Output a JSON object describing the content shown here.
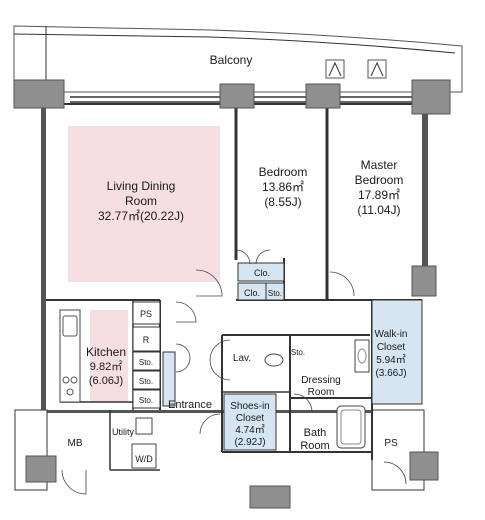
{
  "rooms": {
    "balcony": "Balcony",
    "living": {
      "name_line1": "Living Dining",
      "name_line2": "Room",
      "area": "32.77㎡(20.22J)"
    },
    "bedroom": {
      "name": "Bedroom",
      "area": "13.86㎡",
      "tatami": "(8.55J)"
    },
    "master": {
      "name_line1": "Master",
      "name_line2": "Bedroom",
      "area": "17.89㎡",
      "tatami": "(11.04J)"
    },
    "kitchen": {
      "name": "Kitchen",
      "area": "9.82㎡",
      "tatami": "(6.06J)"
    },
    "walkin": {
      "name_line1": "Walk-in",
      "name_line2": "Closet",
      "area": "5.94㎡",
      "tatami": "(3.66J)"
    },
    "shoes": {
      "name_line1": "Shoes-in",
      "name_line2": "Closet",
      "area": "4.74㎡",
      "tatami": "(2.92J)"
    },
    "dressing": {
      "name_line1": "Dressing",
      "name_line2": "Room"
    },
    "bath": {
      "name_line1": "Bath",
      "name_line2": "Room"
    },
    "lav": "Lav.",
    "entrance": "Entrance",
    "utility": "Utility",
    "wd": "W/D",
    "mb": "MB",
    "ps_bottom": "PS",
    "ps_kitchen": "PS",
    "fridge": "R",
    "sto_dressing": "Sto."
  },
  "closets": {
    "clo_upper": "Clo.",
    "clo_lower": "Clo.",
    "sto_bedroom": "Sto.",
    "sto_hall": [
      "Sto.",
      "Sto.",
      "Sto."
    ]
  },
  "colors": {
    "living_fill": "#f6dfe3",
    "kitchen_fill": "#f6dfe3",
    "closet_fill": "#d5e6f2",
    "pillar": "#8f8f8f",
    "wall": "#333333"
  }
}
